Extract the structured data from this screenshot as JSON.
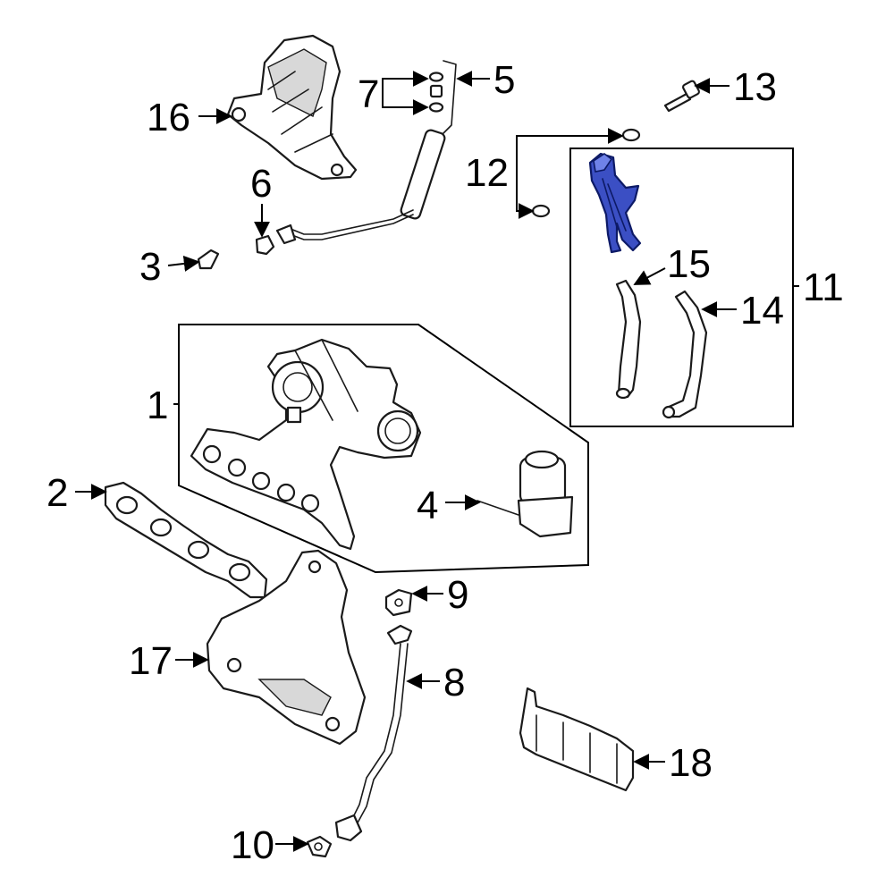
{
  "diagram": {
    "highlight_color": "#3b4fc4",
    "callouts": [
      "1",
      "2",
      "3",
      "4",
      "5",
      "6",
      "7",
      "8",
      "9",
      "10",
      "11",
      "12",
      "13",
      "14",
      "15",
      "16",
      "17",
      "18"
    ]
  }
}
